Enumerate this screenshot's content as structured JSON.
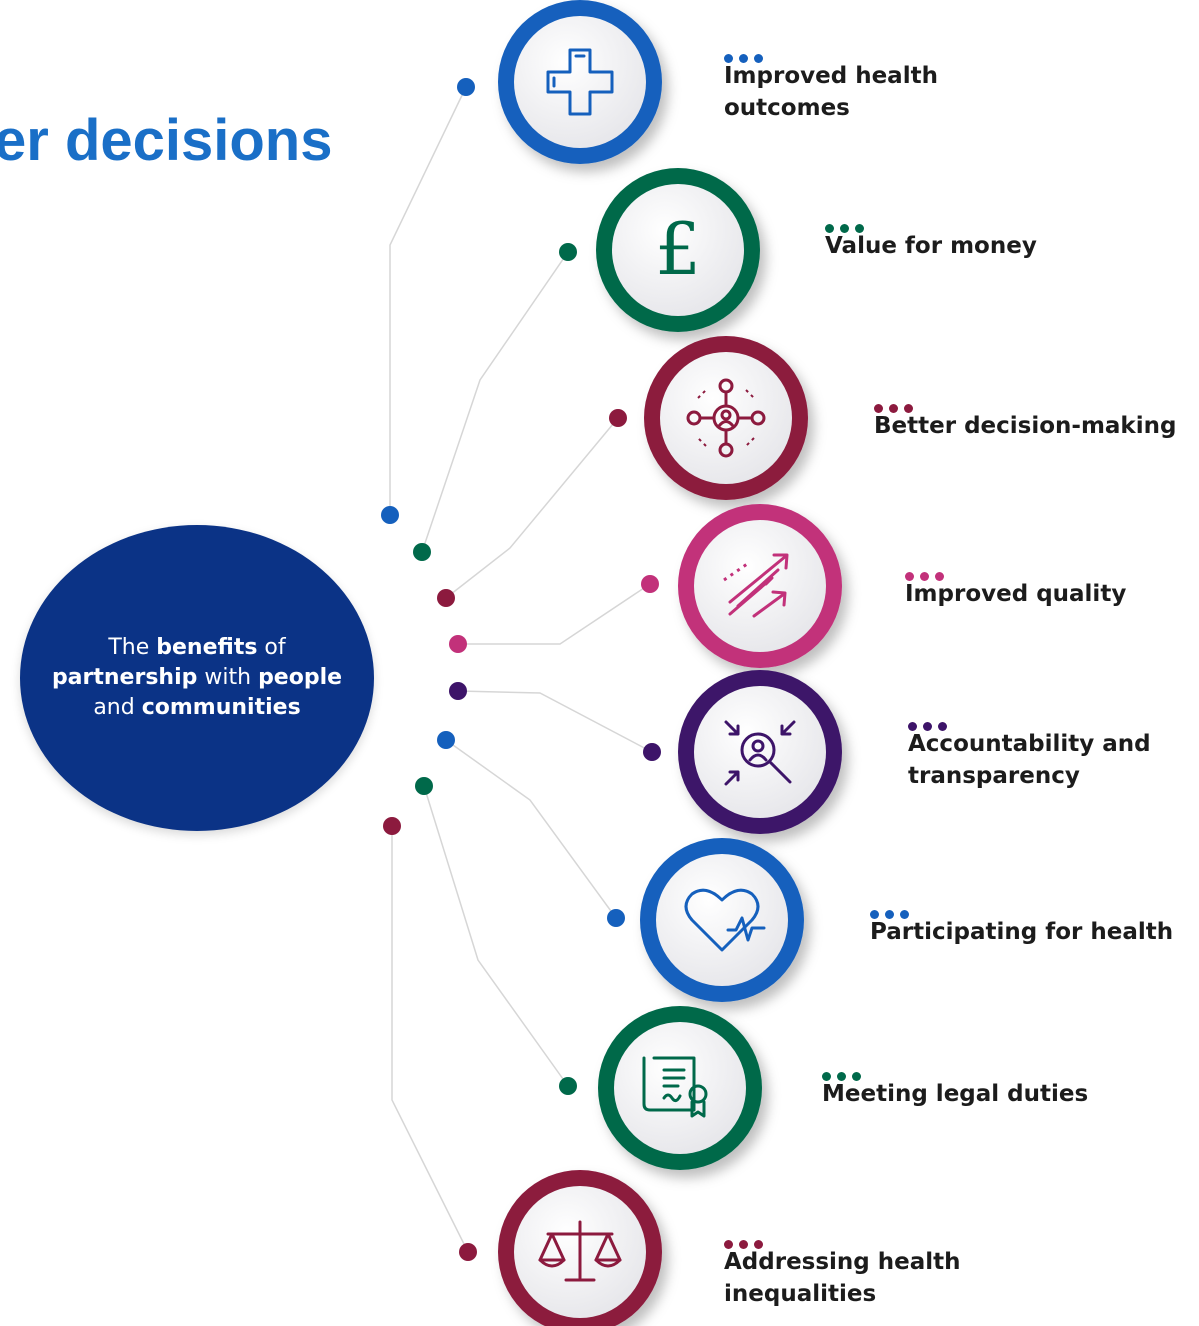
{
  "heading": "er decisions",
  "hub": {
    "part1": "The ",
    "part2": "benefits",
    "part3": " of ",
    "part4": "partnership",
    "part5": " with ",
    "part6": "people",
    "part7": " and ",
    "part8": "communities"
  },
  "colors": {
    "heading": "#1a6fc7",
    "hub": "#0b3386",
    "blue": "#1560bd",
    "green": "#00694a",
    "maroon": "#8c1a3e",
    "pink": "#c2317a",
    "purple": "#3d1469"
  },
  "benefits": [
    {
      "label_line1": "Improved health",
      "label_line2": "outcomes",
      "color": "#1560bd",
      "icon": "health-cross-icon"
    },
    {
      "label_line1": "Value for money",
      "label_line2": "",
      "color": "#00694a",
      "icon": "pound-icon"
    },
    {
      "label_line1": "Better decision-making",
      "label_line2": "",
      "color": "#8c1a3e",
      "icon": "network-people-icon"
    },
    {
      "label_line1": "Improved quality",
      "label_line2": "",
      "color": "#c2317a",
      "icon": "arrows-up-icon"
    },
    {
      "label_line1": "Accountability and",
      "label_line2": "transparency",
      "color": "#3d1469",
      "icon": "magnifier-person-icon"
    },
    {
      "label_line1": "Participating for health",
      "label_line2": "",
      "color": "#1560bd",
      "icon": "heart-pulse-icon"
    },
    {
      "label_line1": "Meeting legal duties",
      "label_line2": "",
      "color": "#00694a",
      "icon": "legal-document-icon"
    },
    {
      "label_line1": "Addressing health",
      "label_line2": "inequalities",
      "color": "#8c1a3e",
      "icon": "scales-icon"
    }
  ]
}
